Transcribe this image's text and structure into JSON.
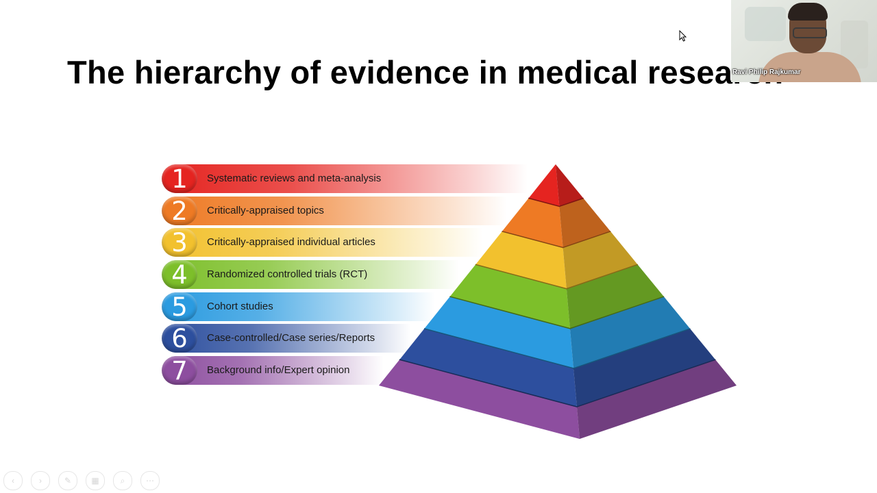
{
  "slide": {
    "title": "The hierarchy of evidence in medical research"
  },
  "levels": [
    {
      "number": "1",
      "label": "Systematic reviews and meta-analysis",
      "color": "#e52420"
    },
    {
      "number": "2",
      "label": "Critically-appraised topics",
      "color": "#ee7a24"
    },
    {
      "number": "3",
      "label": "Critically-appraised individual articles",
      "color": "#f2c12e"
    },
    {
      "number": "4",
      "label": "Randomized controlled trials (RCT)",
      "color": "#7dbf2a"
    },
    {
      "number": "5",
      "label": "Cohort studies",
      "color": "#2b9be0"
    },
    {
      "number": "6",
      "label": "Case-controlled/Case series/Reports",
      "color": "#2d4f9e"
    },
    {
      "number": "7",
      "label": "Background info/Expert opinion",
      "color": "#8d4e9f"
    }
  ],
  "webcam": {
    "participant_name": "Ravi Philip Rajkumar"
  },
  "toolbar": {
    "icons": [
      "prev-arrow-icon",
      "next-arrow-icon",
      "pen-icon",
      "slides-icon",
      "zoom-icon",
      "more-icon"
    ],
    "symbols": [
      "‹",
      "›",
      "✎",
      "▦",
      "⌕",
      "⋯"
    ]
  }
}
